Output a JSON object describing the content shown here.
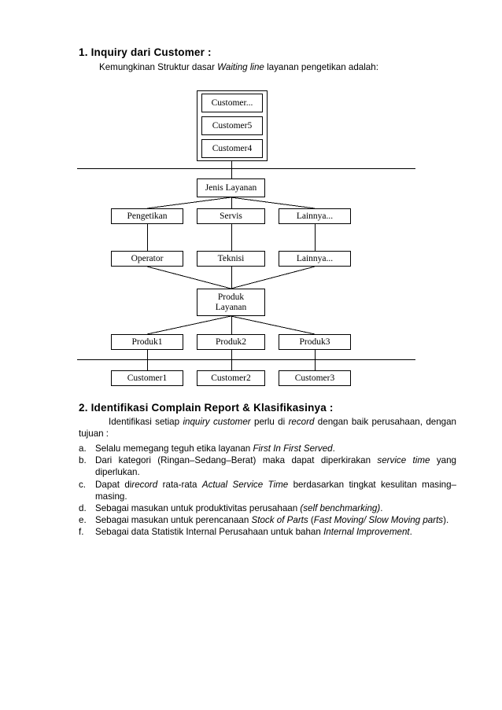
{
  "document": {
    "section1": {
      "heading": "1. Inquiry  dari  Customer :",
      "lead_prefix": "Kemungkinan Struktur dasar ",
      "lead_italic": "Waiting line",
      "lead_suffix": " layanan pengetikan adalah:"
    },
    "section2": {
      "heading": "2. Identifikasi Complain Report & Klasifikasinya  :",
      "paragraph": {
        "p1": "Identifikasi setiap ",
        "i1": "inquiry customer",
        "p2": " perlu        di ",
        "i2": "record",
        "p3": " dengan baik perusahaan,  dengan tujuan :"
      },
      "items": [
        {
          "marker": "a.",
          "p1": "Selalu memegang teguh etika layanan  ",
          "i1": "First In First Served",
          "p2": "."
        },
        {
          "marker": "b.",
          "p1": "Dari kategori (Ringan–Sedang–Berat) maka dapat diperkirakan ",
          "i1": "service time",
          "p2": " yang diperlukan."
        },
        {
          "marker": "c.",
          "p1": "Dapat di",
          "i1": "record",
          "p2": " rata-rata ",
          "i2": "Actual Service Time",
          "p3": " berdasarkan tingkat kesulitan masing–masing."
        },
        {
          "marker": "d.",
          "p1": "Sebagai masukan untuk produktivitas perusahaan ",
          "i1": "(self benchmarking)",
          "p2": "."
        },
        {
          "marker": "e.",
          "p1": "Sebagai masukan untuk perencanaan ",
          "i1": "Stock of Parts",
          "p2": " (",
          "i2": "Fast Moving/ Slow Moving parts",
          "p3": ")."
        },
        {
          "marker": "f.",
          "p1": "Sebagai data Statistik Internal Perusahaan untuk bahan ",
          "i1": "Internal  Improvement",
          "p2": "."
        }
      ]
    }
  },
  "diagram": {
    "queue_stack": [
      {
        "label": "Customer..."
      },
      {
        "label": "Customer5"
      },
      {
        "label": "Customer4"
      }
    ],
    "root": {
      "label": "Jenis Layanan"
    },
    "service_types": [
      {
        "label": "Pengetikan"
      },
      {
        "label": "Servis"
      },
      {
        "label": "Lainnya..."
      }
    ],
    "resources": [
      {
        "label": "Operator"
      },
      {
        "label": "Teknisi"
      },
      {
        "label": "Lainnya..."
      }
    ],
    "product_node": {
      "line1": "Produk",
      "line2": "Layanan"
    },
    "products": [
      {
        "label": "Produk1"
      },
      {
        "label": "Produk2"
      },
      {
        "label": "Produk3"
      }
    ],
    "customers": [
      {
        "label": "Customer1"
      },
      {
        "label": "Customer2"
      },
      {
        "label": "Customer3"
      }
    ],
    "colors": {
      "line": "#000000",
      "background": "#ffffff"
    }
  }
}
